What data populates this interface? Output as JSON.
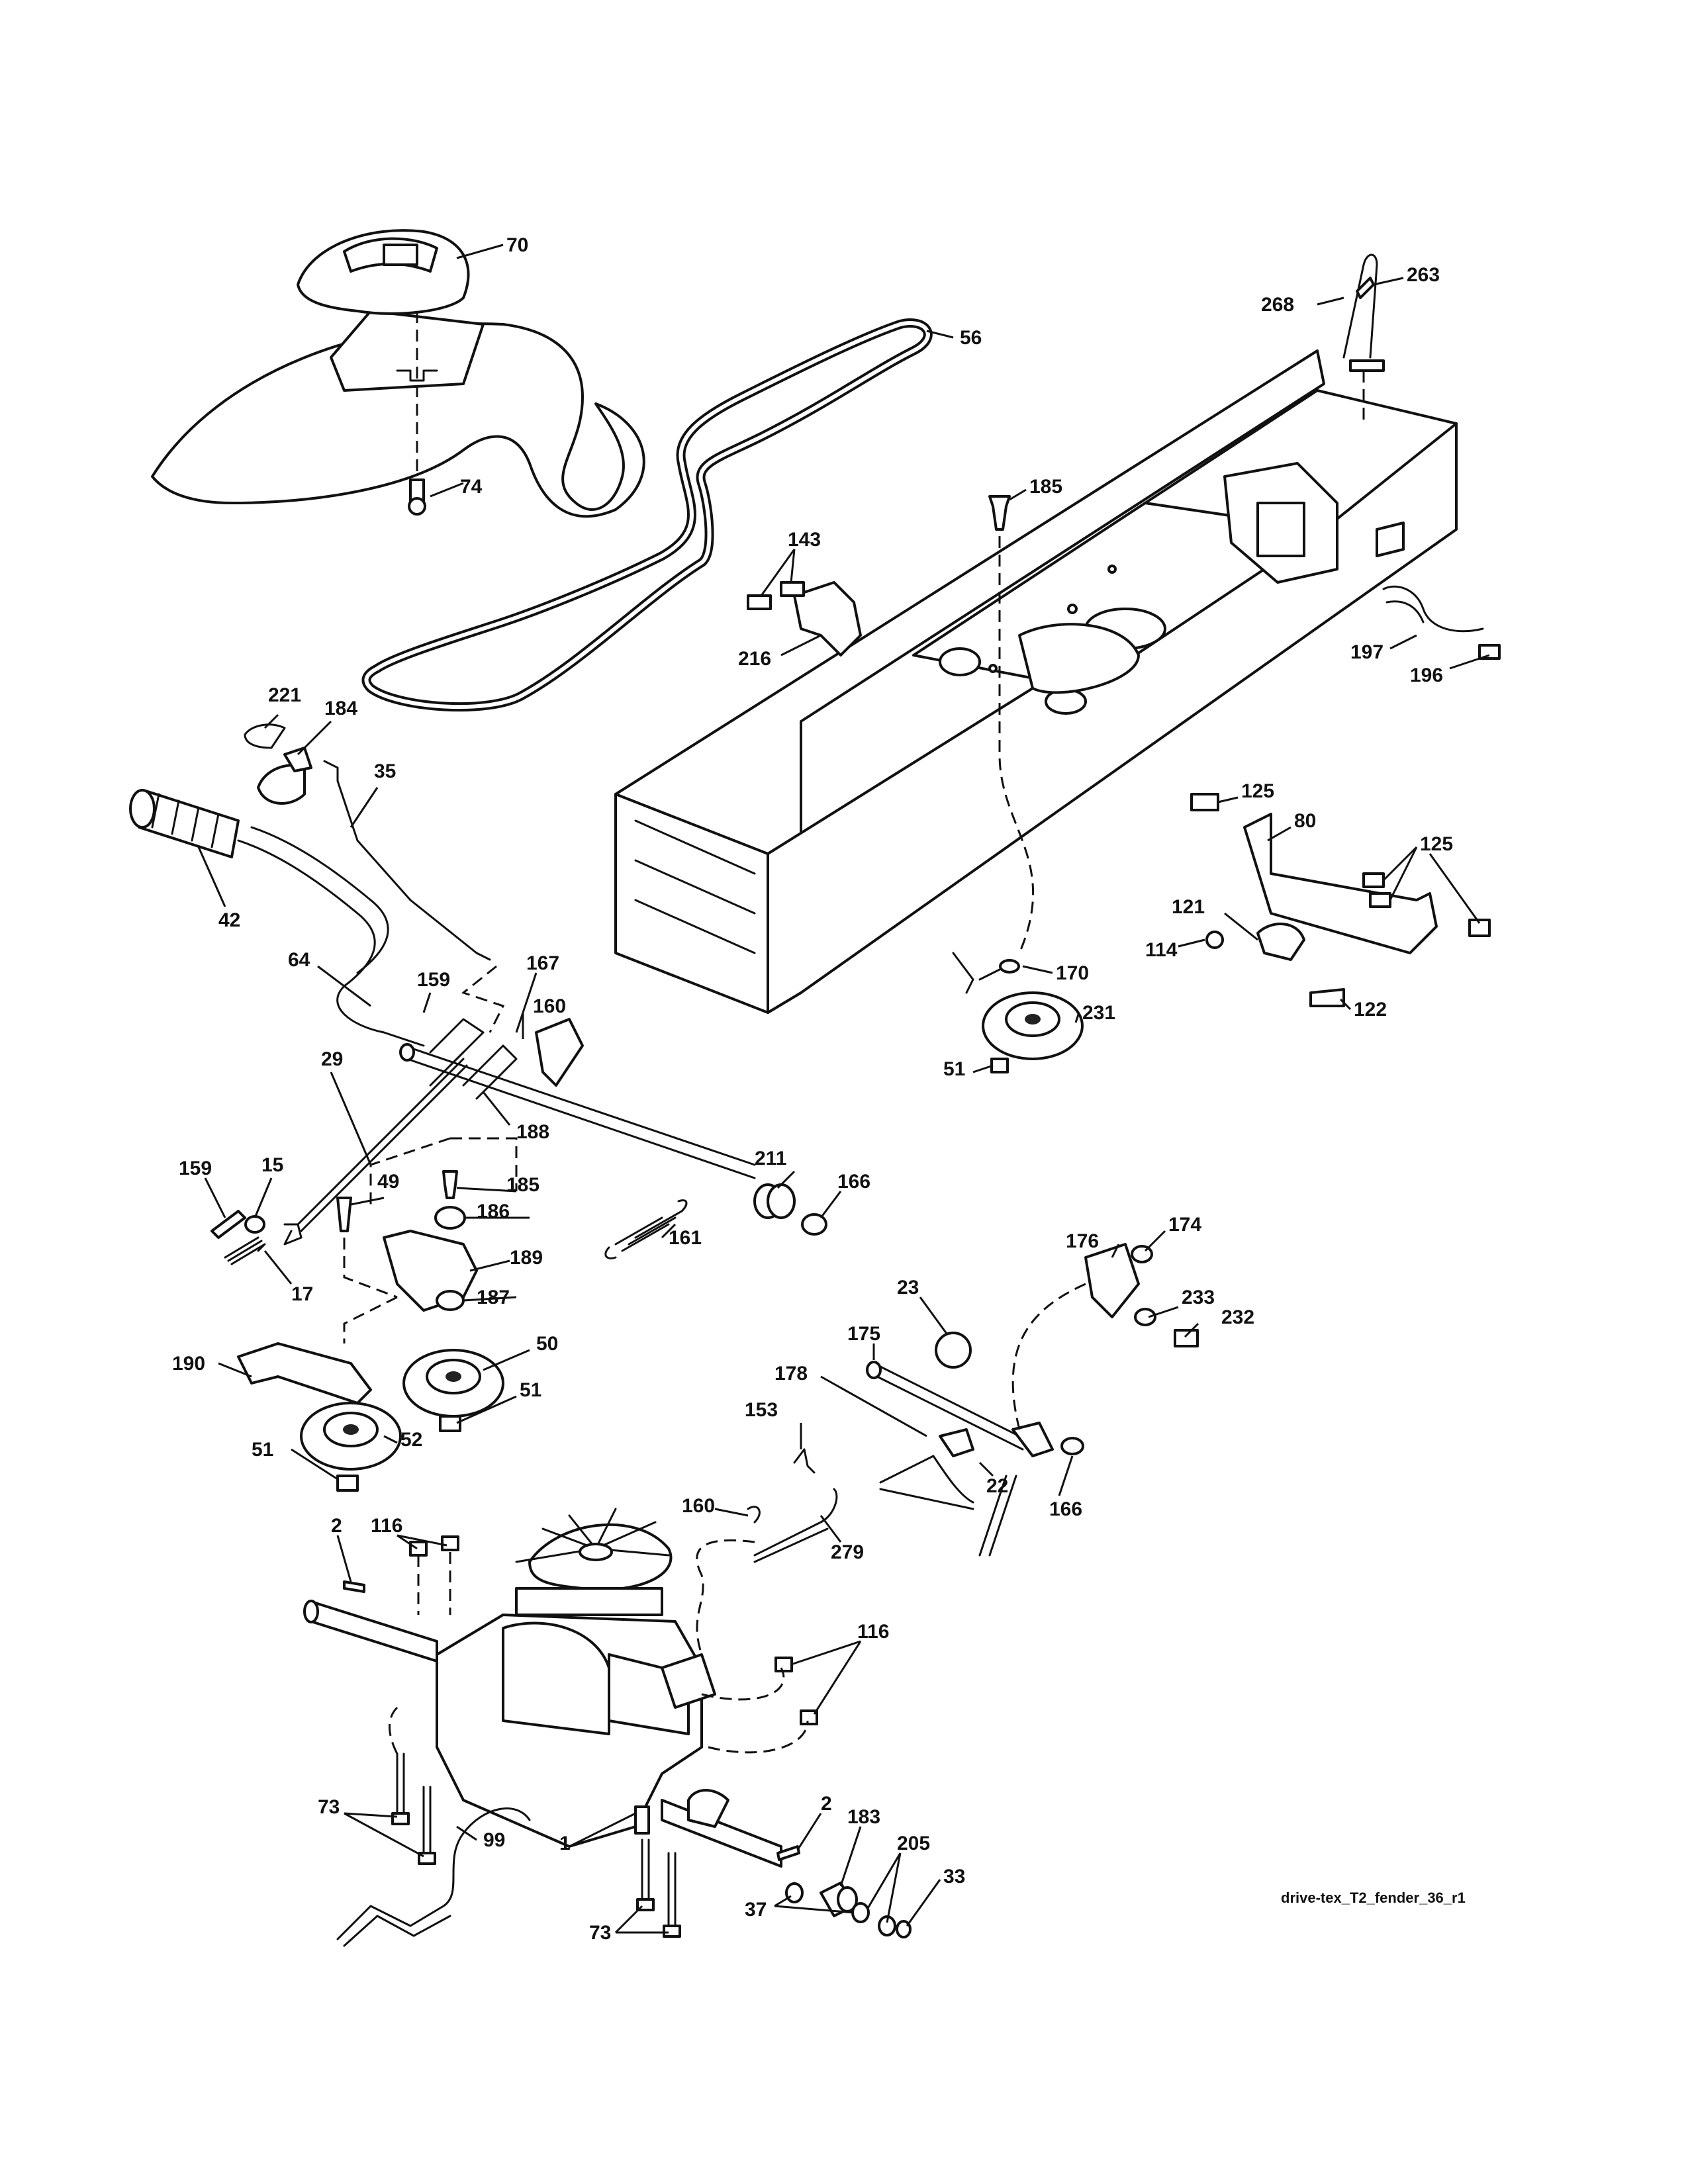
{
  "caption": "drive-tex_T2_fender_36_r1",
  "colors": {
    "ink": "#111111",
    "paper": "#ffffff"
  },
  "callouts": [
    {
      "id": "c70",
      "label": "70"
    },
    {
      "id": "c56",
      "label": "56"
    },
    {
      "id": "c74",
      "label": "74"
    },
    {
      "id": "c268",
      "label": "268"
    },
    {
      "id": "c263",
      "label": "263"
    },
    {
      "id": "c185a",
      "label": "185"
    },
    {
      "id": "c143",
      "label": "143"
    },
    {
      "id": "c216",
      "label": "216"
    },
    {
      "id": "c197",
      "label": "197"
    },
    {
      "id": "c196",
      "label": "196"
    },
    {
      "id": "c221",
      "label": "221"
    },
    {
      "id": "c184",
      "label": "184"
    },
    {
      "id": "c35",
      "label": "35"
    },
    {
      "id": "c42",
      "label": "42"
    },
    {
      "id": "c64",
      "label": "64"
    },
    {
      "id": "c159a",
      "label": "159"
    },
    {
      "id": "c167",
      "label": "167"
    },
    {
      "id": "c160a",
      "label": "160"
    },
    {
      "id": "c29",
      "label": "29"
    },
    {
      "id": "c188",
      "label": "188"
    },
    {
      "id": "c125a",
      "label": "125"
    },
    {
      "id": "c80",
      "label": "80"
    },
    {
      "id": "c125b",
      "label": "125"
    },
    {
      "id": "c121",
      "label": "121"
    },
    {
      "id": "c114",
      "label": "114"
    },
    {
      "id": "c122",
      "label": "122"
    },
    {
      "id": "c170",
      "label": "170"
    },
    {
      "id": "c231",
      "label": "231"
    },
    {
      "id": "c51a",
      "label": "51"
    },
    {
      "id": "c159b",
      "label": "159"
    },
    {
      "id": "c15",
      "label": "15"
    },
    {
      "id": "c49",
      "label": "49"
    },
    {
      "id": "c185b",
      "label": "185"
    },
    {
      "id": "c186",
      "label": "186"
    },
    {
      "id": "c211",
      "label": "211"
    },
    {
      "id": "c166a",
      "label": "166"
    },
    {
      "id": "c161",
      "label": "161"
    },
    {
      "id": "c17",
      "label": "17"
    },
    {
      "id": "c189",
      "label": "189"
    },
    {
      "id": "c187",
      "label": "187"
    },
    {
      "id": "c176",
      "label": "176"
    },
    {
      "id": "c174",
      "label": "174"
    },
    {
      "id": "c23",
      "label": "23"
    },
    {
      "id": "c233",
      "label": "233"
    },
    {
      "id": "c232",
      "label": "232"
    },
    {
      "id": "c175",
      "label": "175"
    },
    {
      "id": "c190",
      "label": "190"
    },
    {
      "id": "c50",
      "label": "50"
    },
    {
      "id": "c178",
      "label": "178"
    },
    {
      "id": "c51b",
      "label": "51"
    },
    {
      "id": "c52",
      "label": "52"
    },
    {
      "id": "c153",
      "label": "153"
    },
    {
      "id": "c51c",
      "label": "51"
    },
    {
      "id": "c22",
      "label": "22"
    },
    {
      "id": "c166b",
      "label": "166"
    },
    {
      "id": "c160b",
      "label": "160"
    },
    {
      "id": "c2a",
      "label": "2"
    },
    {
      "id": "c116a",
      "label": "116"
    },
    {
      "id": "c279",
      "label": "279"
    },
    {
      "id": "c116b",
      "label": "116"
    },
    {
      "id": "c2b",
      "label": "2"
    },
    {
      "id": "c183",
      "label": "183"
    },
    {
      "id": "c73a",
      "label": "73"
    },
    {
      "id": "c99",
      "label": "99"
    },
    {
      "id": "c1",
      "label": "1"
    },
    {
      "id": "c205",
      "label": "205"
    },
    {
      "id": "c33",
      "label": "33"
    },
    {
      "id": "c37",
      "label": "37"
    },
    {
      "id": "c73b",
      "label": "73"
    }
  ]
}
